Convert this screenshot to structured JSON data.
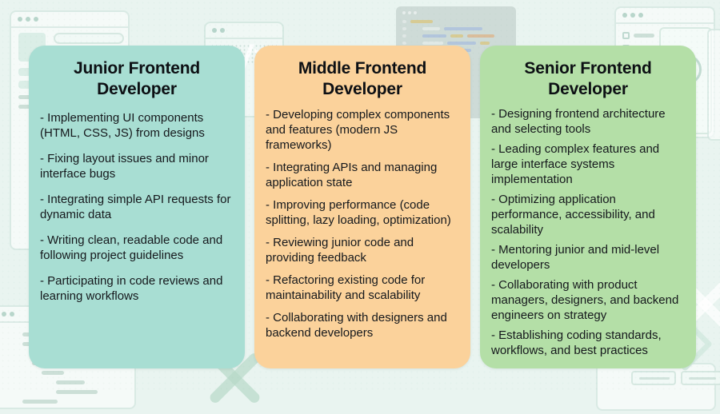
{
  "page": {
    "background_color": "#e9f4f0",
    "text_color": "#15181c"
  },
  "icons": {
    "code_tag": "</>",
    "chevron_right": "chevron-right",
    "play": "play-triangle",
    "crossed_tools": "wrench-and-screwdriver",
    "browser_window": "browser-wireframe"
  },
  "cards": [
    {
      "id": "junior",
      "title": "Junior Frontend Developer",
      "color": "#a8ded3",
      "bullets": [
        "- Implementing UI components (HTML, CSS, JS) from designs",
        "- Fixing layout issues and minor interface bugs",
        "- Integrating simple API requests for dynamic data",
        "- Writing clean, readable code and following project guidelines",
        "- Participating in code reviews and learning workflows"
      ]
    },
    {
      "id": "middle",
      "title": "Middle Frontend Developer",
      "color": "#fbd29b",
      "bullets": [
        "- Developing complex components and features (modern JS frameworks)",
        "- Integrating APIs and managing application state",
        "- Improving performance (code splitting, lazy loading, optimization)",
        "- Reviewing junior code and providing feedback",
        "- Refactoring existing code for maintainability and scalability",
        "- Collaborating with designers and backend developers"
      ]
    },
    {
      "id": "senior",
      "title": "Senior Frontend Developer",
      "color": "#b4dfa7",
      "bullets": [
        "- Designing frontend architecture and selecting tools",
        "- Leading complex features and large interface systems implementation",
        "- Optimizing application performance, accessibility, and scalability",
        "- Mentoring junior and mid-level developers",
        "- Collaborating with product managers, designers, and backend engineers on strategy",
        "- Establishing coding standards, workflows, and best practices"
      ]
    }
  ]
}
